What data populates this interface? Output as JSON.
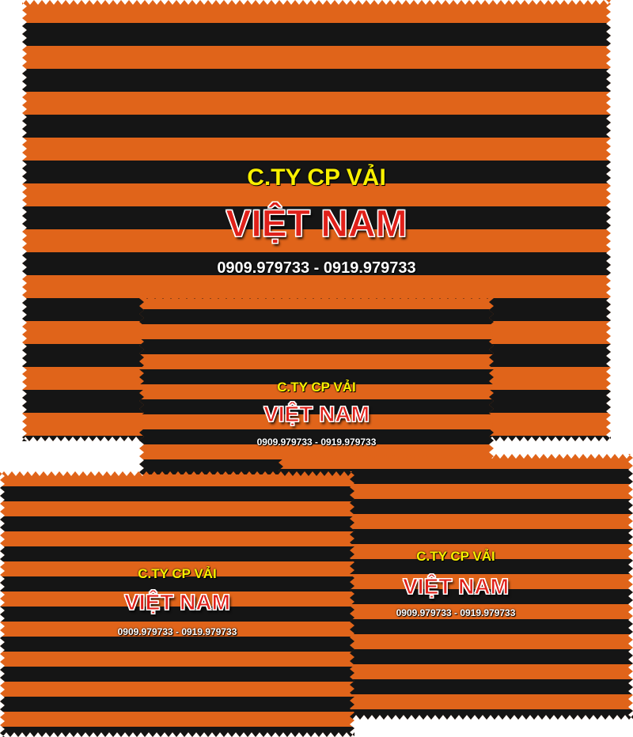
{
  "brand": {
    "company": "C.TY CP VẢI",
    "country": "VIỆT NAM",
    "phones": "0909.979733 - 0919.979733"
  },
  "colors": {
    "stripe_orange": "#e0641a",
    "stripe_black": "#151515",
    "company_text": "#f8f000",
    "country_text": "#e0201a",
    "phones_text": "#ffffff"
  },
  "swatches": [
    {
      "id": "large-top"
    },
    {
      "id": "middle"
    },
    {
      "id": "bottom-right"
    },
    {
      "id": "bottom-left"
    }
  ]
}
